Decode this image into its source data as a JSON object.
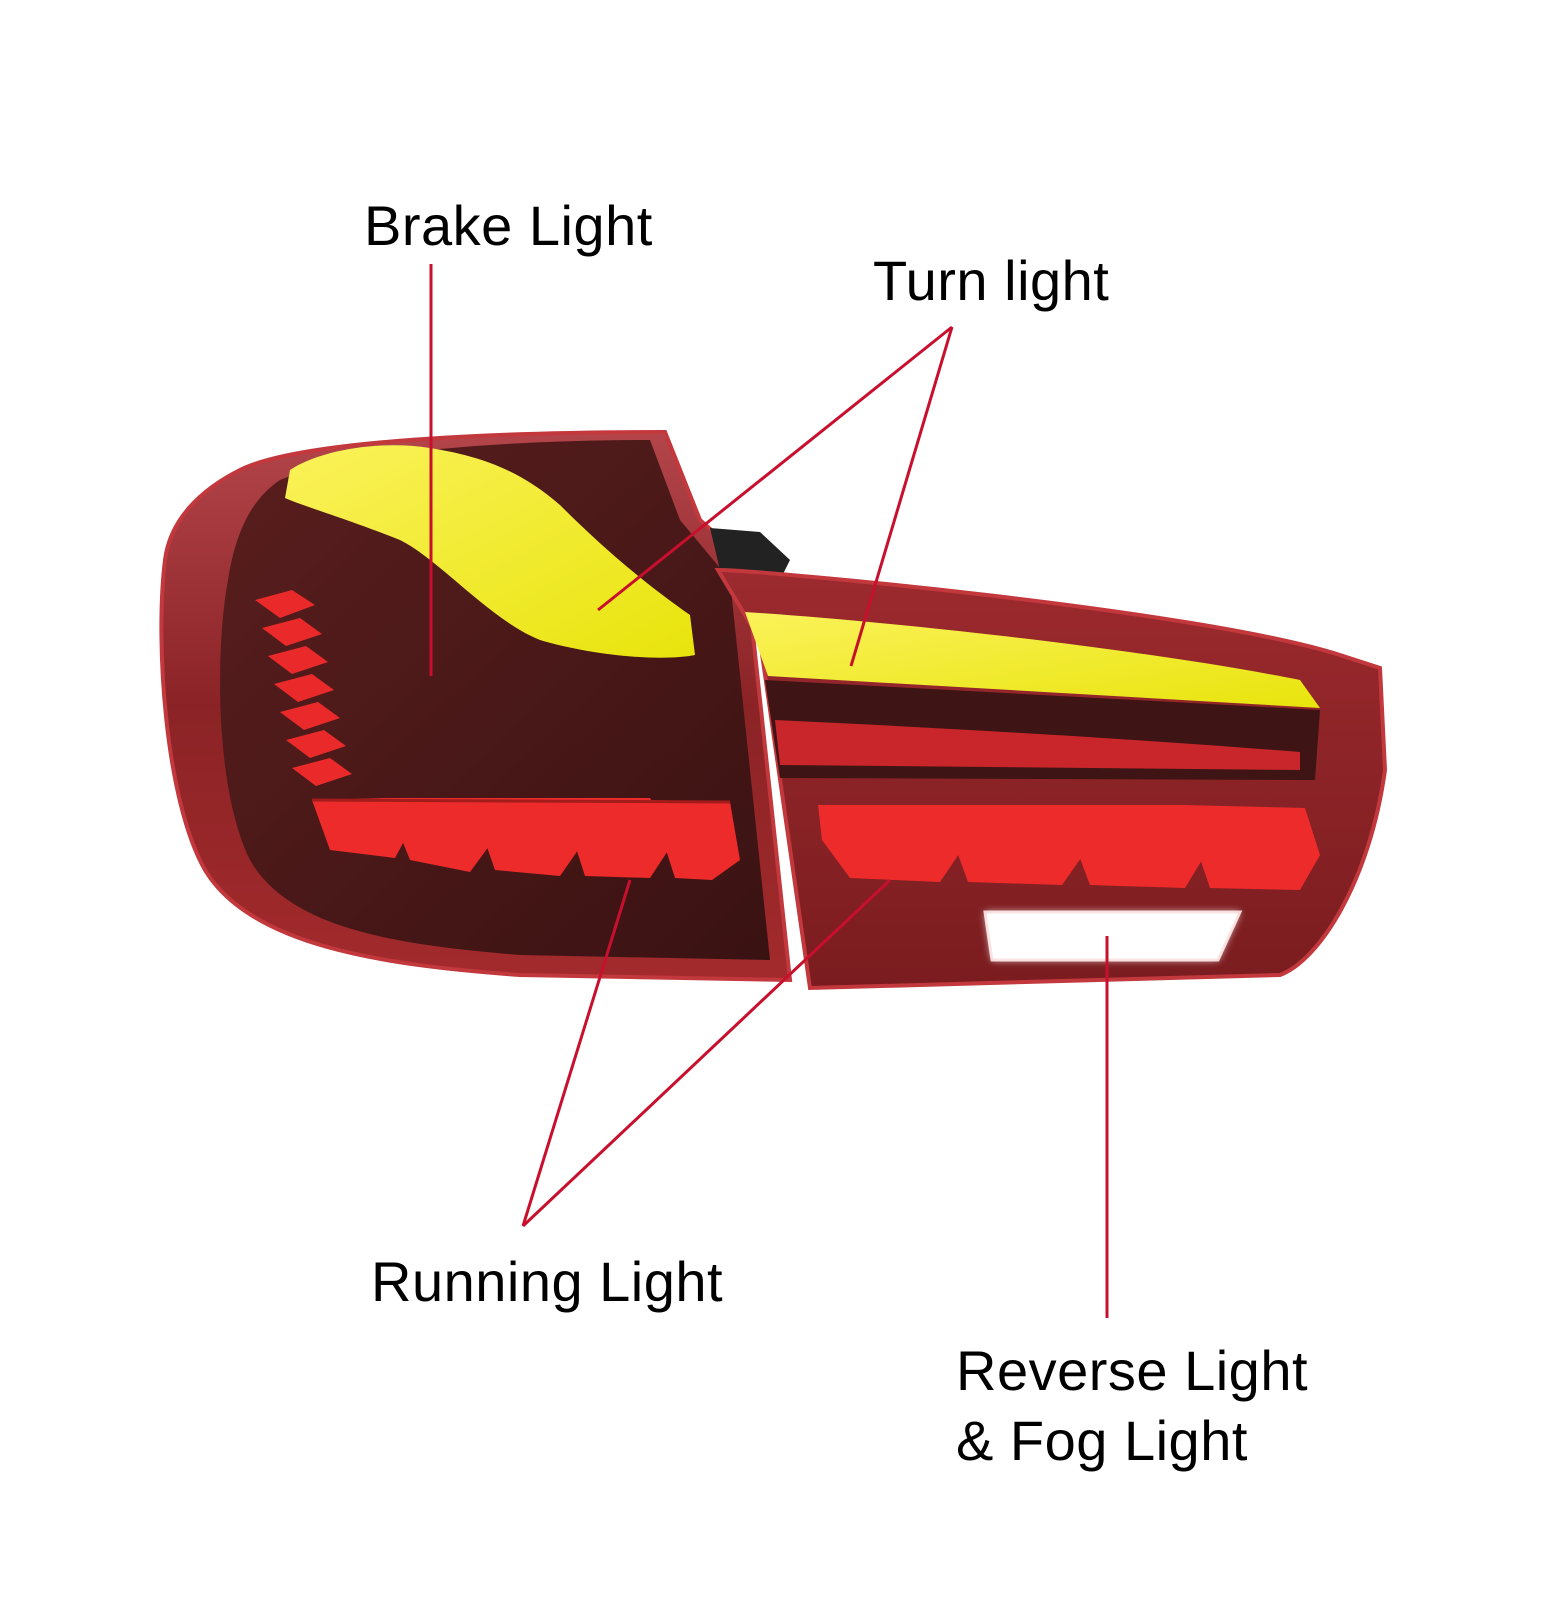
{
  "labels": {
    "brake": "Brake Light",
    "turn": "Turn light",
    "running": "Running Light",
    "reverse_line1": "Reverse Light",
    "reverse_line2": "& Fog Light"
  },
  "colors": {
    "leader_line": "#c8102e",
    "housing_red": "#8a1c1f",
    "housing_dark": "#4a1616",
    "turn_yellow": "#f2ee18",
    "running_red": "#ee2a2a",
    "reverse_white": "#ffffff",
    "label_text": "#000000"
  }
}
